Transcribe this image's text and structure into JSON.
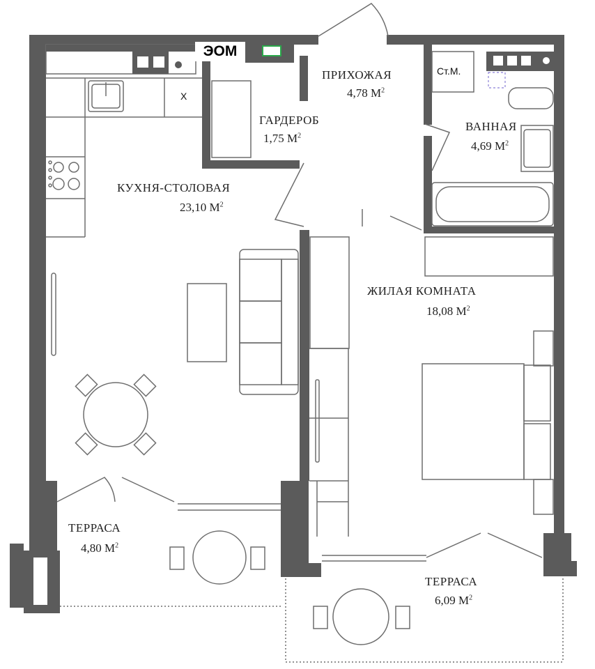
{
  "plan": {
    "rooms": [
      {
        "id": "hallway",
        "name": "ПРИХОЖАЯ",
        "area": "4,78 М",
        "unit_sup": "2"
      },
      {
        "id": "wardrobe",
        "name": "ГАРДЕРОБ",
        "area": "1,75 М",
        "unit_sup": "2"
      },
      {
        "id": "bathroom",
        "name": "ВАННАЯ",
        "area": "4,69 М",
        "unit_sup": "2"
      },
      {
        "id": "kitchen",
        "name": "КУХНЯ-СТОЛОВАЯ",
        "area": "23,10 М",
        "unit_sup": "2"
      },
      {
        "id": "living",
        "name": "ЖИЛАЯ КОМНАТА",
        "area": "18,08 М",
        "unit_sup": "2"
      },
      {
        "id": "terrace-left",
        "name": "ТЕРРАСА",
        "area": "4,80 М",
        "unit_sup": "2"
      },
      {
        "id": "terrace-right",
        "name": "ТЕРРАСА",
        "area": "6,09 М",
        "unit_sup": "2"
      }
    ],
    "tags": {
      "eom": "ЭОМ",
      "stm": "Ст.М.",
      "x": "X"
    },
    "colors": {
      "wall": "#5b5b5b",
      "line": "#6d6d6d",
      "accent": "#2aa84a",
      "dash": "#8a7fd6"
    }
  }
}
